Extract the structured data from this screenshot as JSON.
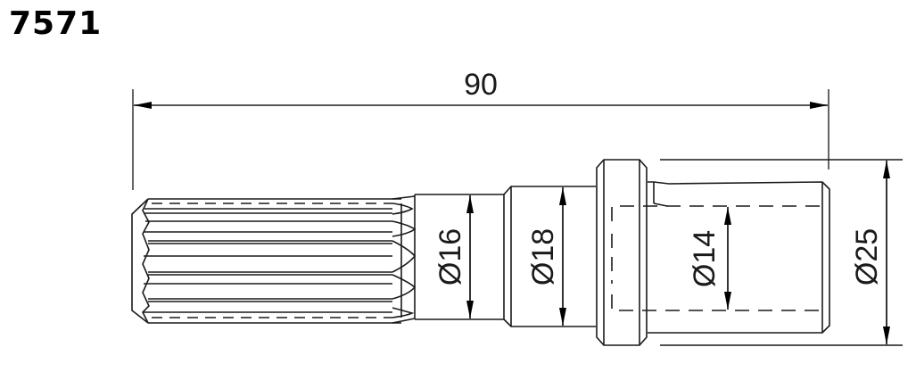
{
  "title": "7571",
  "drawing": {
    "type": "technical-drawing",
    "subject": "splined shaft adapter",
    "colors": {
      "line": "#1a1a1a",
      "dim_line": "#555555",
      "background": "#ffffff"
    },
    "dimensions": {
      "overall_length": {
        "label": "90",
        "value": 90,
        "unit": "mm",
        "orientation": "horizontal"
      },
      "spline_diameter": {
        "label": "Ø16",
        "value": 16,
        "unit": "mm",
        "orientation": "vertical"
      },
      "shoulder_diameter": {
        "label": "Ø18",
        "value": 18,
        "unit": "mm",
        "orientation": "vertical"
      },
      "bore_diameter": {
        "label": "Ø14",
        "value": 14,
        "unit": "mm",
        "orientation": "vertical",
        "hidden": true
      },
      "collar_diameter": {
        "label": "Ø25",
        "value": 25,
        "unit": "mm",
        "orientation": "vertical"
      }
    }
  }
}
